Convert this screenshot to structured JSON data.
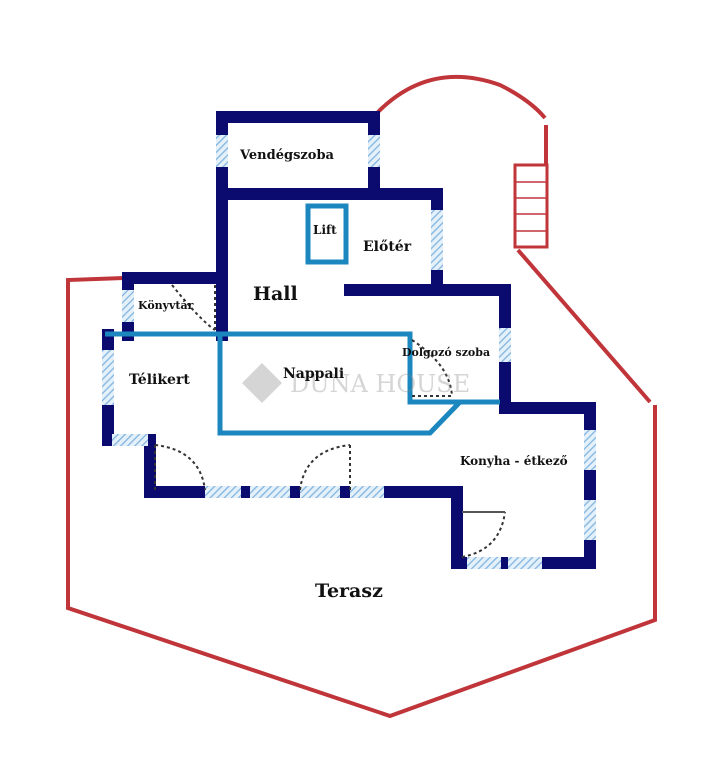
{
  "rooms": {
    "vendegszoba": "Vendégszoba",
    "lift": "Lift",
    "eloter": "Előtér",
    "hall": "Hall",
    "konyvtar": "Könyvtár",
    "dolgozo": "Dolgozó szoba",
    "telikert": "Télikert",
    "nappali": "Nappali",
    "konyha": "Konyha - étkező",
    "terasz": "Terasz"
  },
  "watermark": "DUNA HOUSE",
  "colors": {
    "wall": "#0b0b6f",
    "inner_wall": "#1b87be",
    "terrace": "#c0353a",
    "window": "#9fc6e6"
  }
}
